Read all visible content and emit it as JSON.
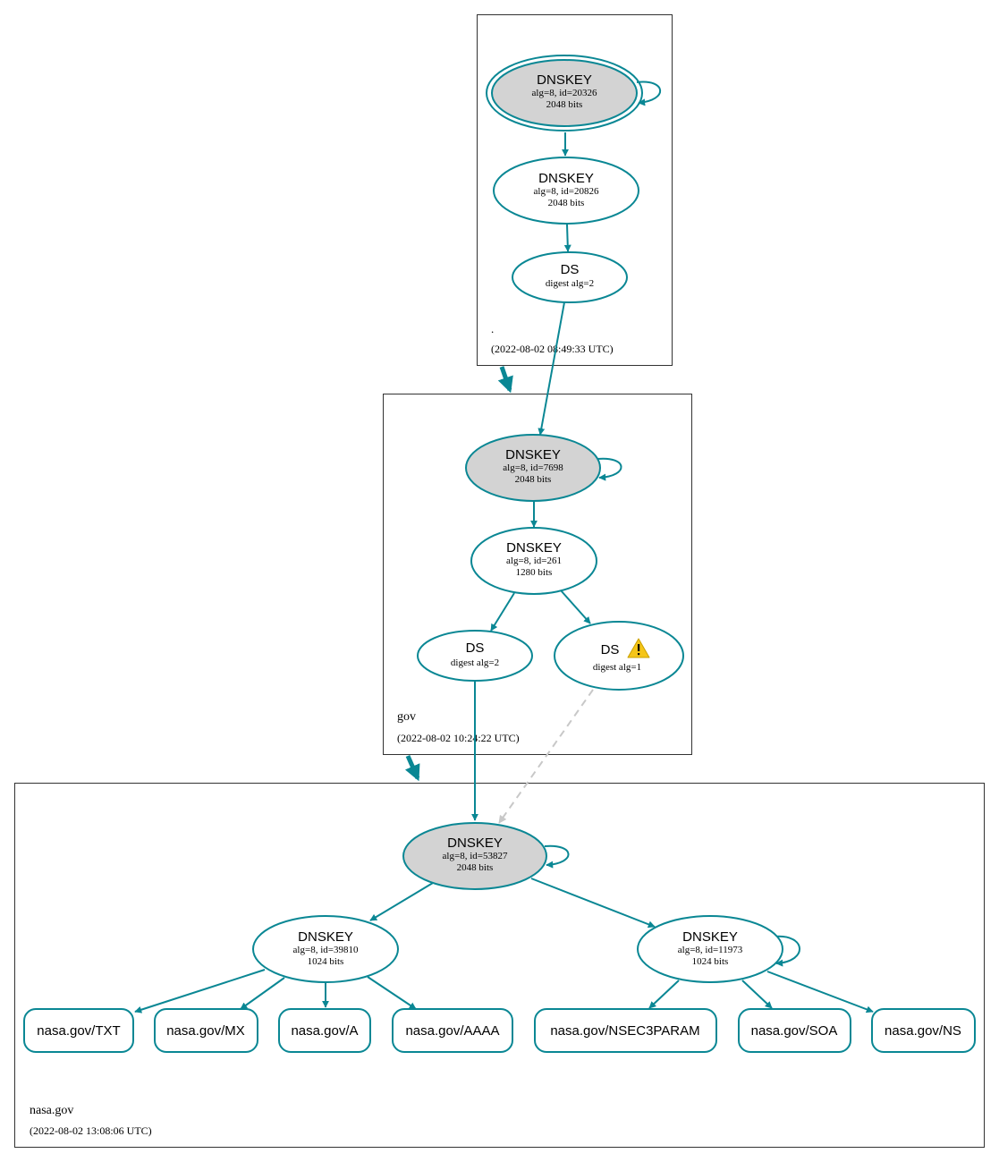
{
  "colors": {
    "edge": "#0a8794",
    "node_stroke": "#0a8794",
    "node_fill_ksk": "#d3d3d3",
    "node_fill": "#ffffff",
    "zone_border": "#000000",
    "dashed_edge": "#c8c8c8",
    "warning_fill": "#f5c518"
  },
  "zones": {
    "root": {
      "name": ".",
      "timestamp": "(2022-08-02 08:49:33 UTC)"
    },
    "gov": {
      "name": "gov",
      "timestamp": "(2022-08-02 10:24:22 UTC)"
    },
    "nasa": {
      "name": "nasa.gov",
      "timestamp": "(2022-08-02 13:08:06 UTC)"
    }
  },
  "nodes": {
    "root_ksk": {
      "title": "DNSKEY",
      "line1": "alg=8, id=20326",
      "line2": "2048 bits"
    },
    "root_zsk": {
      "title": "DNSKEY",
      "line1": "alg=8, id=20826",
      "line2": "2048 bits"
    },
    "root_ds": {
      "title": "DS",
      "line1": "digest alg=2"
    },
    "gov_ksk": {
      "title": "DNSKEY",
      "line1": "alg=8, id=7698",
      "line2": "2048 bits"
    },
    "gov_zsk": {
      "title": "DNSKEY",
      "line1": "alg=8, id=261",
      "line2": "1280 bits"
    },
    "gov_ds2": {
      "title": "DS",
      "line1": "digest alg=2"
    },
    "gov_ds1": {
      "title": "DS",
      "line1": "digest alg=1",
      "icon": "warning-icon"
    },
    "nasa_ksk": {
      "title": "DNSKEY",
      "line1": "alg=8, id=53827",
      "line2": "2048 bits"
    },
    "nasa_zsk1": {
      "title": "DNSKEY",
      "line1": "alg=8, id=39810",
      "line2": "1024 bits"
    },
    "nasa_zsk2": {
      "title": "DNSKEY",
      "line1": "alg=8, id=11973",
      "line2": "1024 bits"
    }
  },
  "records": {
    "txt": "nasa.gov/TXT",
    "mx": "nasa.gov/MX",
    "a": "nasa.gov/A",
    "aaaa": "nasa.gov/AAAA",
    "nsec3param": "nasa.gov/NSEC3PARAM",
    "soa": "nasa.gov/SOA",
    "ns": "nasa.gov/NS"
  }
}
